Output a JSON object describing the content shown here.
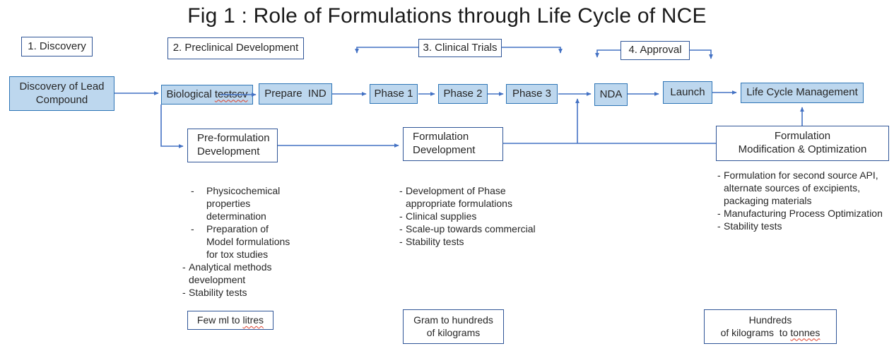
{
  "title": "Fig 1 : Role of Formulations through Life Cycle of NCE",
  "colors": {
    "flow_box_fill": "#bdd7ee",
    "flow_box_border": "#2e75b6",
    "outline_box_border": "#2f5597",
    "arrow": "#4472c4",
    "misspell_underline": "#e0432f"
  },
  "stage_labels": {
    "discovery": "1. Discovery",
    "preclinical": "2. Preclinical Development",
    "clinical_trials": "3. Clinical Trials",
    "approval": "4. Approval"
  },
  "main_flow": {
    "lead_compound": "Discovery of Lead Compound",
    "biological_tests": {
      "prefix": "Biological ",
      "misspelled": "testscv"
    },
    "prepare_ind": "Prepare  IND",
    "phase_1": "Phase 1",
    "phase_2": "Phase 2",
    "phase_3": "Phase 3",
    "nda": "NDA",
    "launch": "Launch",
    "life_cycle_management": "Life Cycle Management"
  },
  "process_boxes": {
    "preformulation": {
      "line1": "Pre-formulation",
      "line2": "Development"
    },
    "formulation": {
      "line1": "Formulation",
      "line2": "Development"
    },
    "modification": {
      "line1": "Formulation",
      "line2": "Modification & Optimization"
    }
  },
  "activity_lists": {
    "preformulation": {
      "item1": "Physicochemical properties determination",
      "item2": "Preparation of Model formulations for tox studies",
      "item3": "Analytical methods development",
      "item4": "Stability tests"
    },
    "formulation": {
      "item1": "Development of Phase appropriate formulations",
      "item2": "Clinical supplies",
      "item3": "Scale-up towards commercial",
      "item4": "Stability tests"
    },
    "modification": {
      "item1": "Formulation for second source API, alternate sources of excipients, packaging materials",
      "item2": "Manufacturing Process Optimization",
      "item3": "Stability tests"
    }
  },
  "scale_boxes": {
    "preformulation": {
      "prefix": "Few ml to ",
      "misspelled": "litres"
    },
    "formulation": {
      "line1": "Gram to hundreds",
      "line2": "of kilograms"
    },
    "modification": {
      "line1": "Hundreds",
      "line2_prefix": "of kilograms  to ",
      "misspelled": "tonnes"
    }
  }
}
